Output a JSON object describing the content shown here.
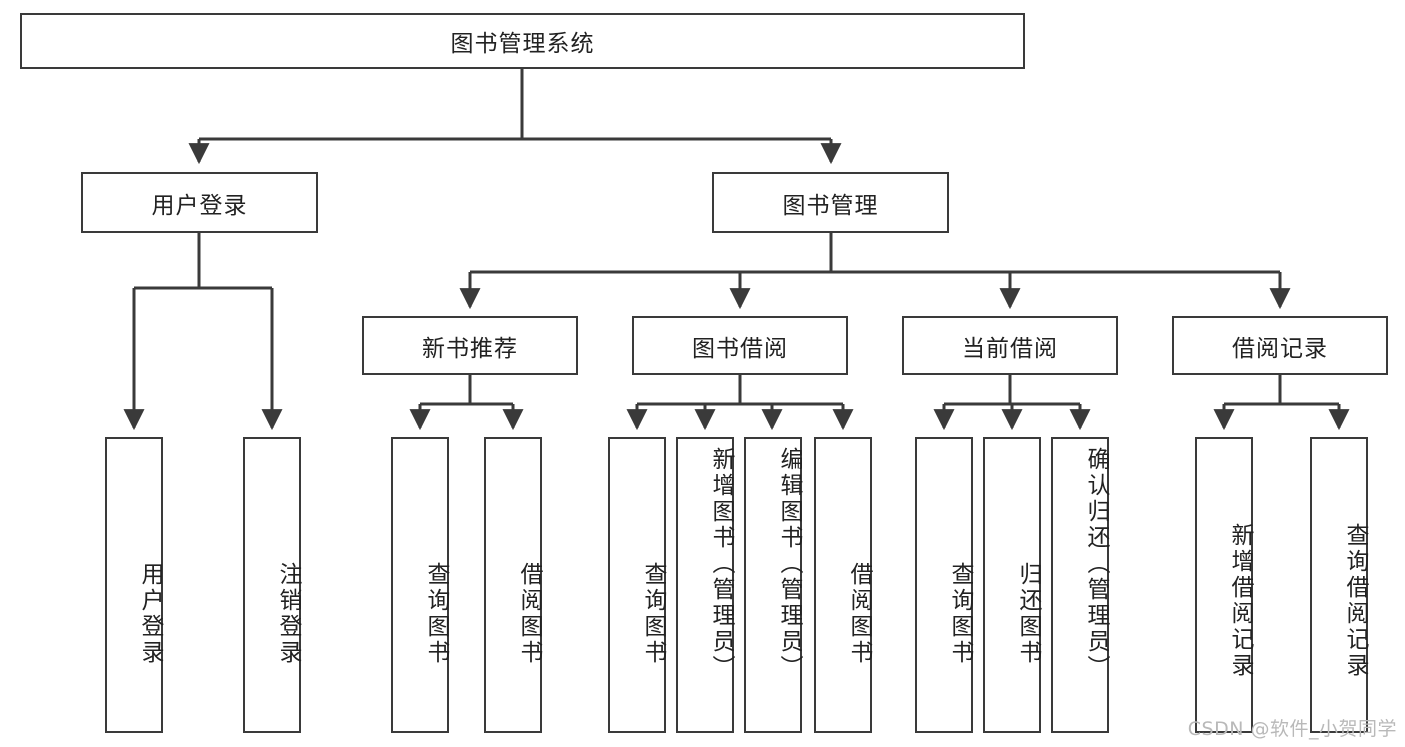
{
  "diagram": {
    "type": "tree",
    "title": "图书管理系统",
    "watermark": "CSDN @软件_小贺同学",
    "colors": {
      "border": "#3a3a3a",
      "text": "#222222",
      "background": "#ffffff",
      "edge": "#3a3a3a",
      "watermark": "#b9b9b9"
    },
    "nodes": {
      "root": {
        "label": "图书管理系统"
      },
      "level2": [
        {
          "id": "user-login",
          "label": "用户登录"
        },
        {
          "id": "book-manage",
          "label": "图书管理"
        }
      ],
      "level3": [
        {
          "id": "new-book-recommend",
          "label": "新书推荐"
        },
        {
          "id": "book-borrow",
          "label": "图书借阅"
        },
        {
          "id": "current-borrow",
          "label": "当前借阅"
        },
        {
          "id": "borrow-record",
          "label": "借阅记录"
        }
      ],
      "leaves": {
        "user-login": [
          {
            "id": "leaf-user-login",
            "label": "用户登录"
          },
          {
            "id": "leaf-user-logout",
            "label": "注销登录"
          }
        ],
        "new-book-recommend": [
          {
            "id": "leaf-query-book-1",
            "label": "查询图书"
          },
          {
            "id": "leaf-borrow-book-1",
            "label": "借阅图书"
          }
        ],
        "book-borrow": [
          {
            "id": "leaf-query-book-2",
            "label": "查询图书"
          },
          {
            "id": "leaf-add-book",
            "label": "新增图书（管理员）"
          },
          {
            "id": "leaf-edit-book",
            "label": "编辑图书（管理员）"
          },
          {
            "id": "leaf-borrow-book-2",
            "label": "借阅图书"
          }
        ],
        "current-borrow": [
          {
            "id": "leaf-query-book-3",
            "label": "查询图书"
          },
          {
            "id": "leaf-return-book",
            "label": "归还图书"
          },
          {
            "id": "leaf-confirm-return",
            "label": "确认归还（管理员）"
          }
        ],
        "borrow-record": [
          {
            "id": "leaf-add-record",
            "label": "新增借阅记录"
          },
          {
            "id": "leaf-query-record",
            "label": "查询借阅记录"
          }
        ]
      }
    }
  }
}
